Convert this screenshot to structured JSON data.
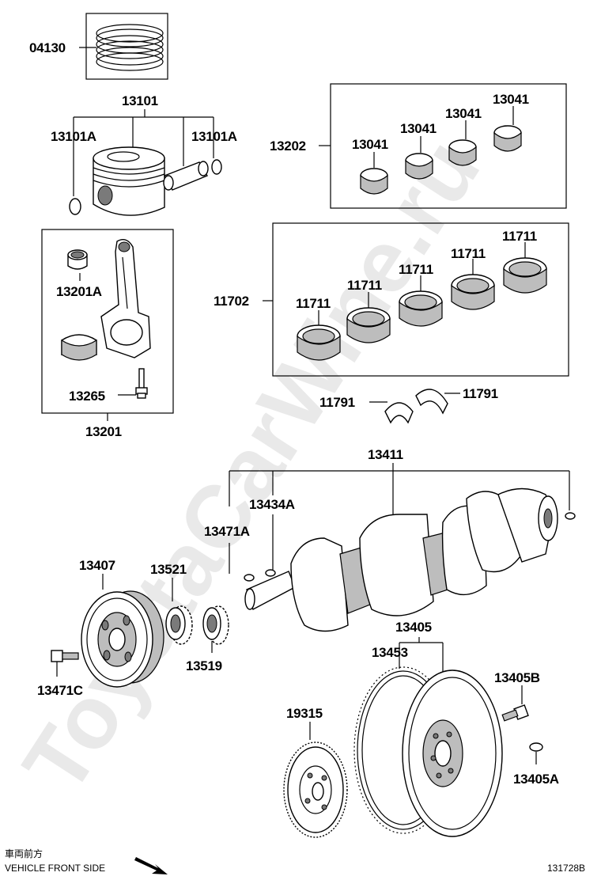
{
  "watermark": "ToyotaCarWine.ru",
  "footer": {
    "front_label_jp": "車両前方",
    "front_label_en": "VEHICLE FRONT SIDE",
    "figure_id": "131728B"
  },
  "labels": {
    "p04130": "04130",
    "p13101": "13101",
    "p13101a_l": "13101A",
    "p13101a_r": "13101A",
    "p13202": "13202",
    "p13041_1": "13041",
    "p13041_2": "13041",
    "p13041_3": "13041",
    "p13041_4": "13041",
    "p13201a": "13201A",
    "p13265": "13265",
    "p13201": "13201",
    "p11702": "11702",
    "p11711_1": "11711",
    "p11711_2": "11711",
    "p11711_3": "11711",
    "p11711_4": "11711",
    "p11711_5": "11711",
    "p11791_l": "11791",
    "p11791_r": "11791",
    "p13411": "13411",
    "p13434a": "13434A",
    "p13471a": "13471A",
    "p13407": "13407",
    "p13521": "13521",
    "p13519": "13519",
    "p13471c": "13471C",
    "p13405": "13405",
    "p13453": "13453",
    "p13405b": "13405B",
    "p19315": "19315",
    "p13405a": "13405A"
  }
}
